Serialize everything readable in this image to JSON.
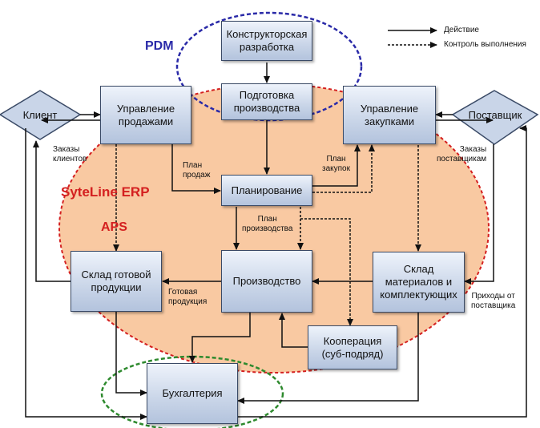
{
  "legend": {
    "action": "Действие",
    "control": "Контроль выполнения"
  },
  "regions": {
    "pdm": "PDM",
    "erp": "SyteLine ERP",
    "aps": "APS"
  },
  "nodes": {
    "design": "Конструкторская\nразработка",
    "prep": "Подготовка\nпроизводства",
    "sales": "Управление\nпродажами",
    "purchasing": "Управление\nзакупками",
    "planning": "Планирование",
    "production": "Производство",
    "finished_goods": "Склад готовой\nпродукции",
    "materials": "Склад\nматериалов и\nкомплектующих",
    "cooperation": "Кооперация\n(суб-подряд)",
    "accounting": "Бухгалтерия",
    "client": "Клиент",
    "supplier": "Поставщик"
  },
  "edge_labels": {
    "client_orders": "Заказы\nклиентов",
    "sales_plan": "План\nпродаж",
    "purchase_plan": "План\nзакупок",
    "supplier_orders": "Заказы\nпоставщикам",
    "production_plan": "План\nпроизводства",
    "finished_products": "Готовая\nпродукция",
    "supplier_receipts": "Приходы от\nпоставщика"
  },
  "colors": {
    "erp_fill": "#f9c9a2",
    "erp_border": "#d42020",
    "pdm_border": "#2a2aa8",
    "accounting_border": "#2e8a2e",
    "region_text_red": "#d42020",
    "region_text_blue": "#2a2aa8"
  }
}
